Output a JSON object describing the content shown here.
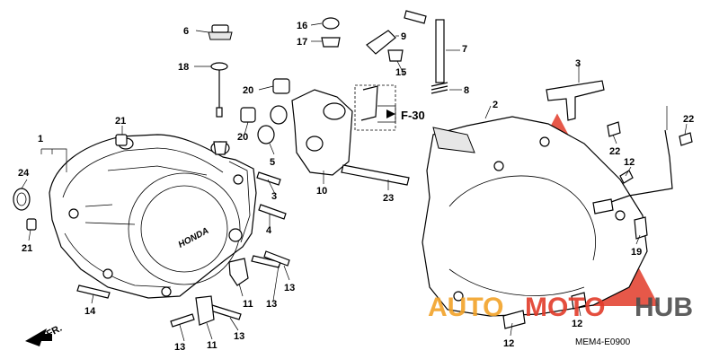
{
  "diagram": {
    "ref_label": "F-30",
    "part_code": "MEM4-E0900",
    "direction_label": "FR.",
    "cover_emboss": "HONDA",
    "watermark": {
      "text_a": "AUTO",
      "text_b": "MOTO",
      "text_c": "HUB",
      "colors": {
        "red": "#e23b2a",
        "orange": "#f2a329",
        "gray": "#4d4d4d"
      }
    },
    "callouts": [
      "1",
      "2",
      "3",
      "3",
      "4",
      "5",
      "6",
      "7",
      "8",
      "9",
      "10",
      "11",
      "11",
      "12",
      "12",
      "12",
      "13",
      "13",
      "13",
      "13",
      "14",
      "15",
      "16",
      "17",
      "18",
      "19",
      "20",
      "20",
      "21",
      "21",
      "22",
      "22",
      "23",
      "24"
    ]
  }
}
